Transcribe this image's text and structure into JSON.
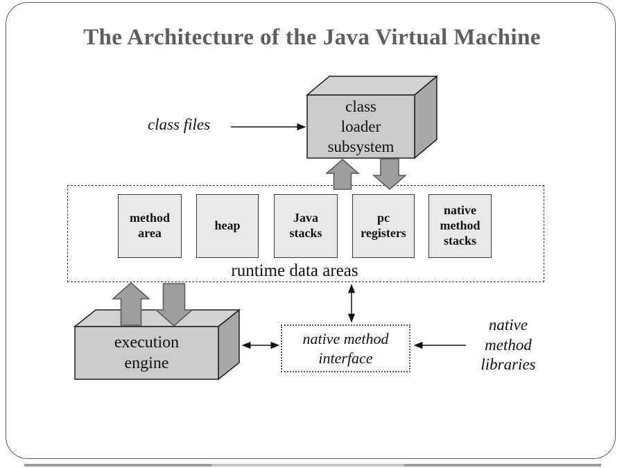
{
  "slide": {
    "title": "The Architecture of the Java Virtual Machine"
  },
  "diagram": {
    "class_files_label": "class files",
    "class_loader_label": "class\nloader\nsubsystem",
    "runtime_area_label": "runtime data areas",
    "runtime_boxes": [
      {
        "label": "method\narea"
      },
      {
        "label": "heap"
      },
      {
        "label": "Java\nstacks"
      },
      {
        "label": "pc\nregisters"
      },
      {
        "label": "native\nmethod\nstacks"
      }
    ],
    "execution_engine_label": "execution\nengine",
    "native_method_interface_label": "native method\ninterface",
    "native_method_libraries_label": "native\nmethod\nlibraries"
  },
  "colors": {
    "title_color": "#5e5e5e",
    "frame_border": "#5a5a5a",
    "box_front": "#cbcbcb",
    "box_top": "#d2d2d2",
    "box_side": "#a8a8a8",
    "inner_box_fill": "#e9e9e9",
    "block_arrow_fill": "#9e9e9e"
  }
}
